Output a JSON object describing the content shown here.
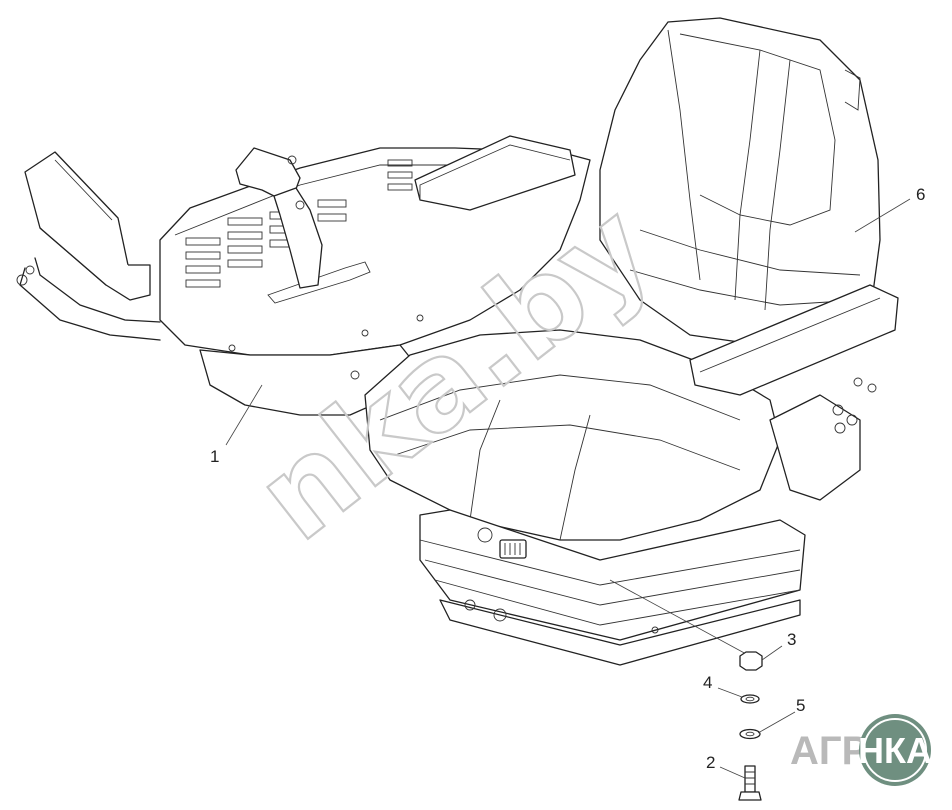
{
  "diagram": {
    "callouts": [
      {
        "id": "p1",
        "label": "1"
      },
      {
        "id": "p2",
        "label": "2"
      },
      {
        "id": "p3",
        "label": "3"
      },
      {
        "id": "p4",
        "label": "4"
      },
      {
        "id": "p5",
        "label": "5"
      },
      {
        "id": "p6",
        "label": "6"
      }
    ]
  },
  "watermark": {
    "text": "nka.by"
  },
  "logo": {
    "left_text": "АГРО",
    "circle_text": "НКА",
    "circle_color": "#6f8f80"
  },
  "colors": {
    "line": "#222222",
    "watermark": "#c9c9c9",
    "logo_gray": "#b9b9b9"
  }
}
